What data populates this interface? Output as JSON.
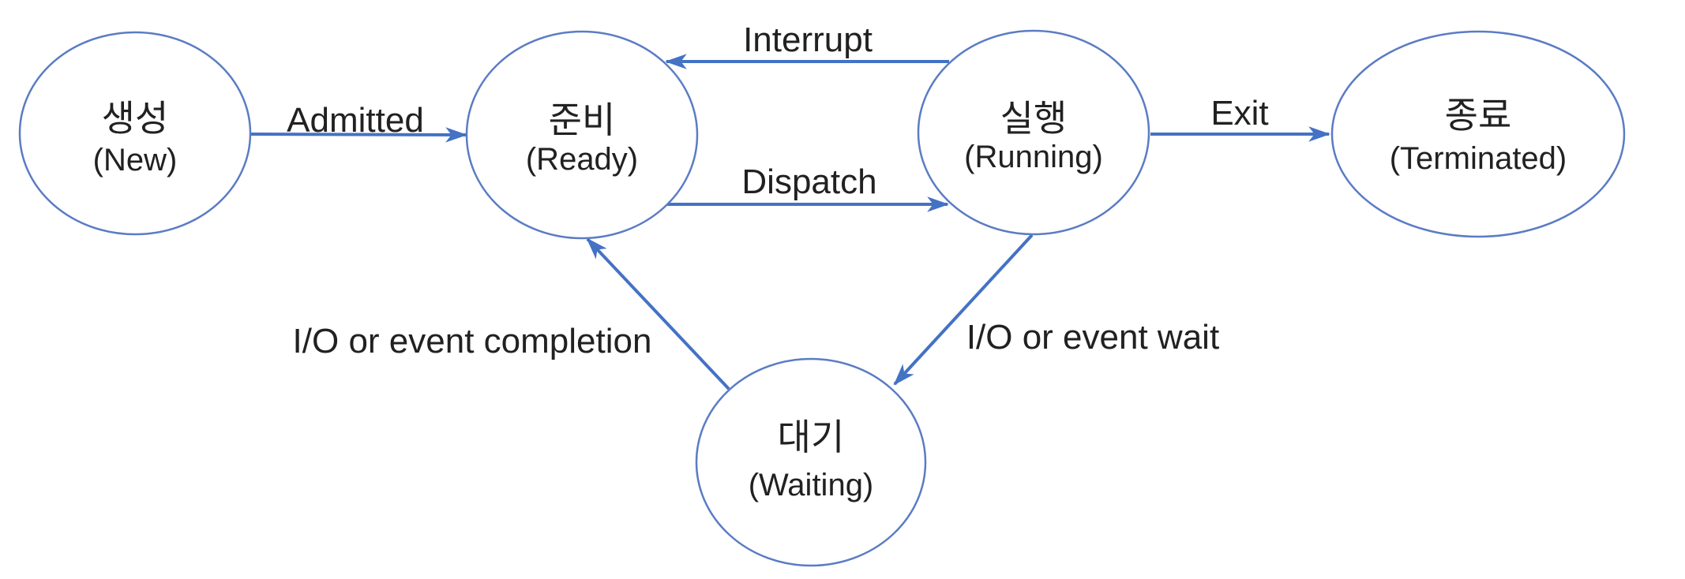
{
  "diagram": {
    "type": "state-transition-diagram",
    "states": [
      {
        "id": "new",
        "korean": "생성",
        "english": "(New)"
      },
      {
        "id": "ready",
        "korean": "준비",
        "english": "(Ready)"
      },
      {
        "id": "running",
        "korean": "실행",
        "english": "(Running)"
      },
      {
        "id": "terminated",
        "korean": "종료",
        "english": "(Terminated)"
      },
      {
        "id": "waiting",
        "korean": "대기",
        "english": "(Waiting)"
      }
    ],
    "transitions": [
      {
        "from": "new",
        "to": "ready",
        "label": "Admitted"
      },
      {
        "from": "running",
        "to": "ready",
        "label": "Interrupt"
      },
      {
        "from": "ready",
        "to": "running",
        "label": "Dispatch"
      },
      {
        "from": "running",
        "to": "terminated",
        "label": "Exit"
      },
      {
        "from": "running",
        "to": "waiting",
        "label": "I/O or event wait"
      },
      {
        "from": "waiting",
        "to": "ready",
        "label": "I/O or event completion"
      }
    ],
    "colors": {
      "arrow": "#4472C4",
      "node_stroke": "#5B7CC4",
      "text": "#212121",
      "background": "#FFFFFF"
    }
  }
}
